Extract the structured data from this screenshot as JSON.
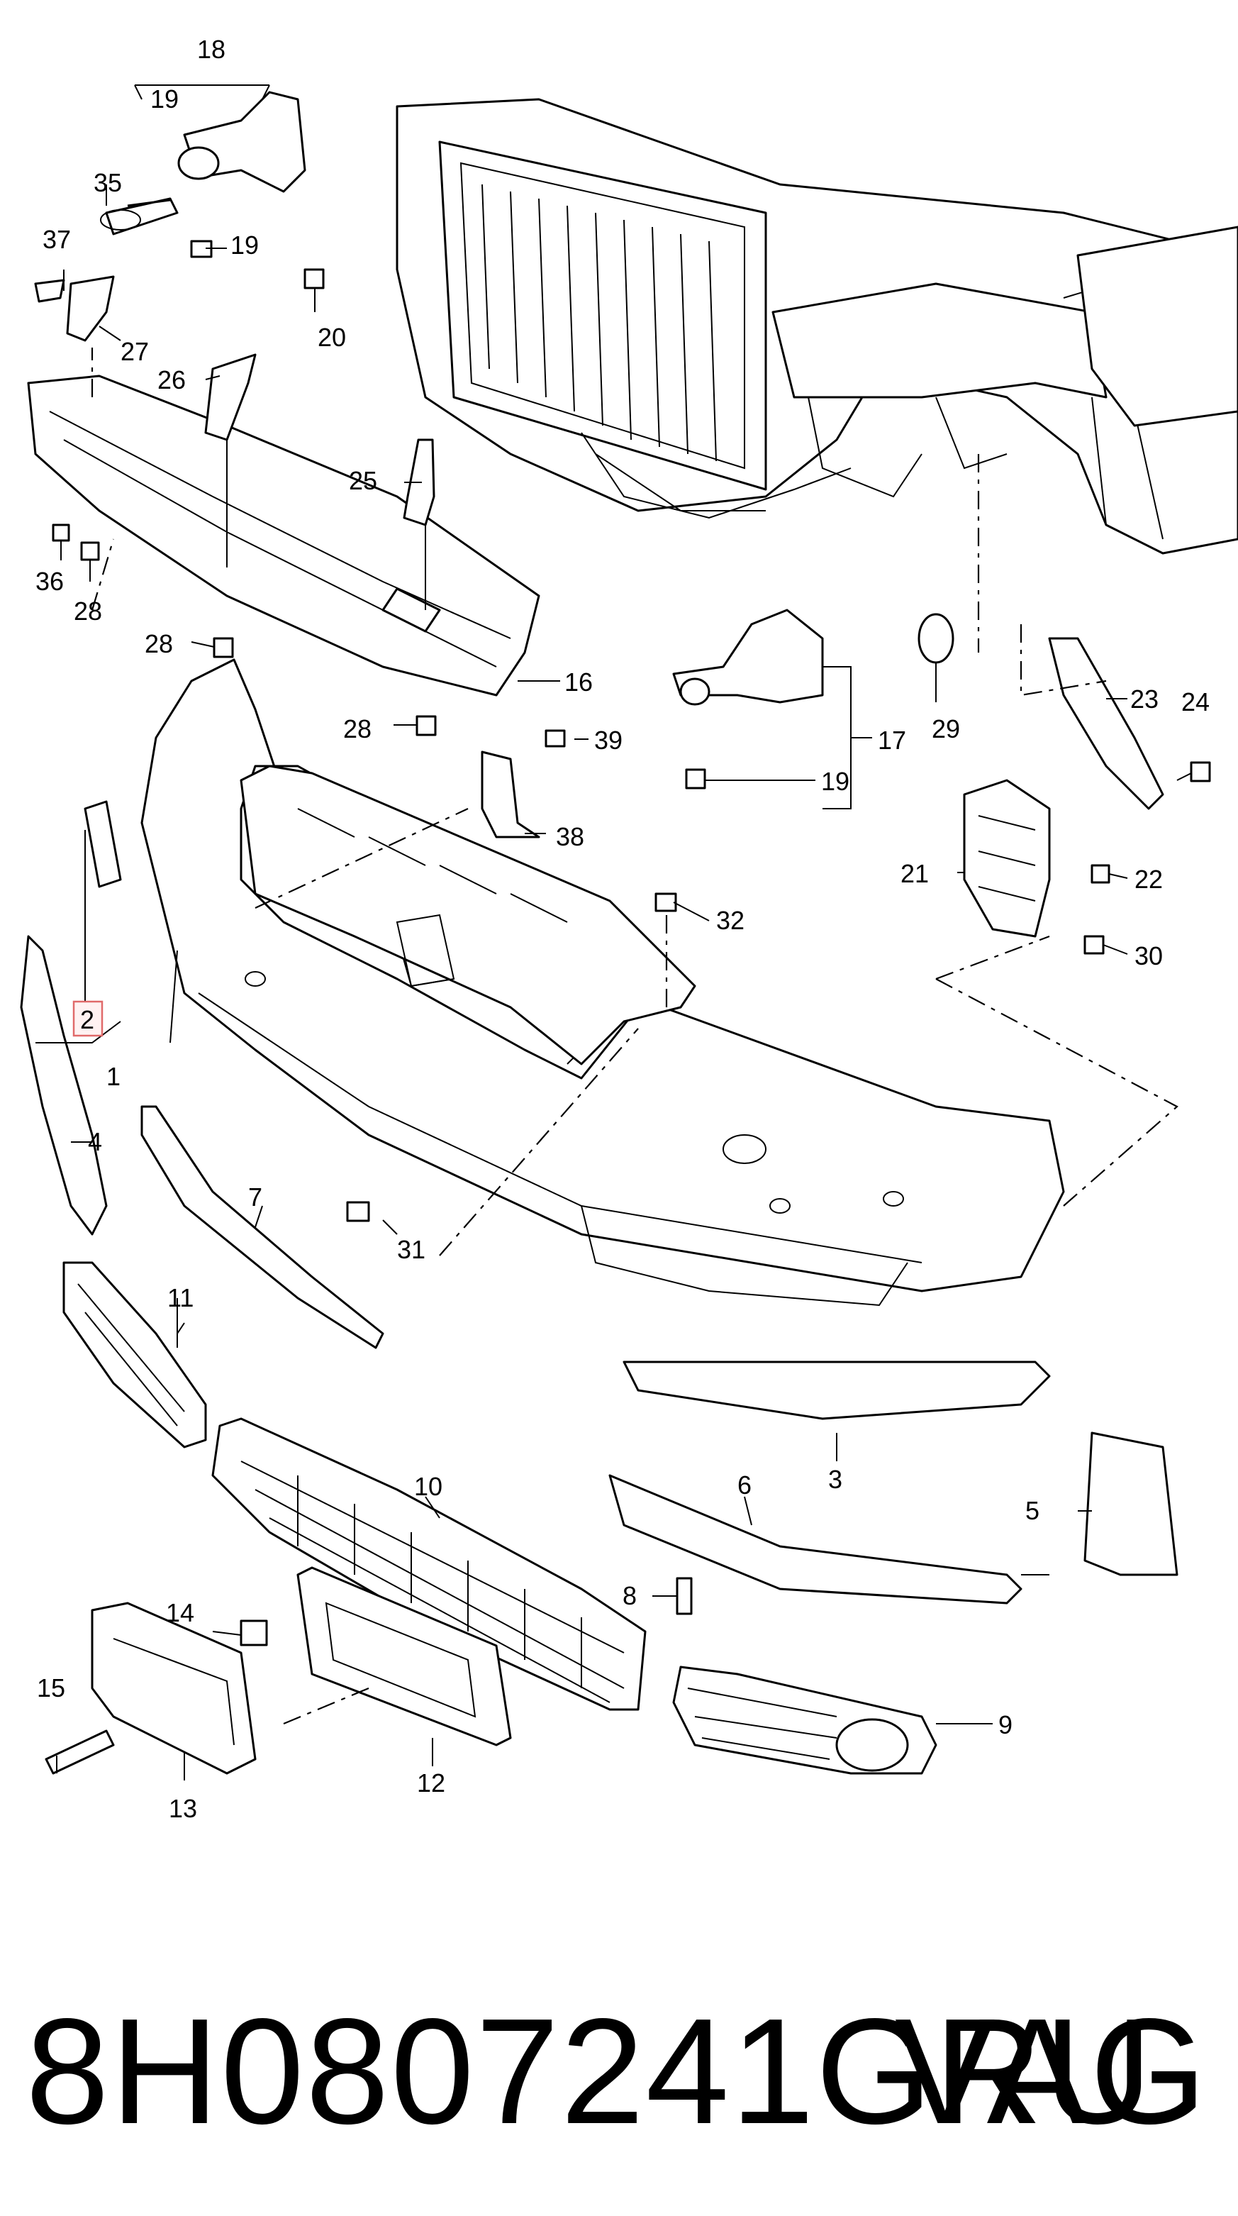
{
  "diagram": {
    "callouts": {
      "c1": "1",
      "c2": "2",
      "c3": "3",
      "c4": "4",
      "c5": "5",
      "c6": "6",
      "c7": "7",
      "c8": "8",
      "c9": "9",
      "c10": "10",
      "c11": "11",
      "c12": "12",
      "c13": "13",
      "c14": "14",
      "c15": "15",
      "c16": "16",
      "c17": "17",
      "c18": "18",
      "c19a": "19",
      "c19b": "19",
      "c19c": "19",
      "c20": "20",
      "c21": "21",
      "c22": "22",
      "c23": "23",
      "c24": "24",
      "c25": "25",
      "c26": "26",
      "c27": "27",
      "c28a": "28",
      "c28b": "28",
      "c28c": "28",
      "c29": "29",
      "c30": "30",
      "c31": "31",
      "c32": "32",
      "c35": "35",
      "c36": "36",
      "c37": "37",
      "c38": "38",
      "c39": "39"
    },
    "highlighted_callout": "2"
  },
  "footer": {
    "part_number": "8H0807241GRU",
    "brand": "VAG"
  }
}
